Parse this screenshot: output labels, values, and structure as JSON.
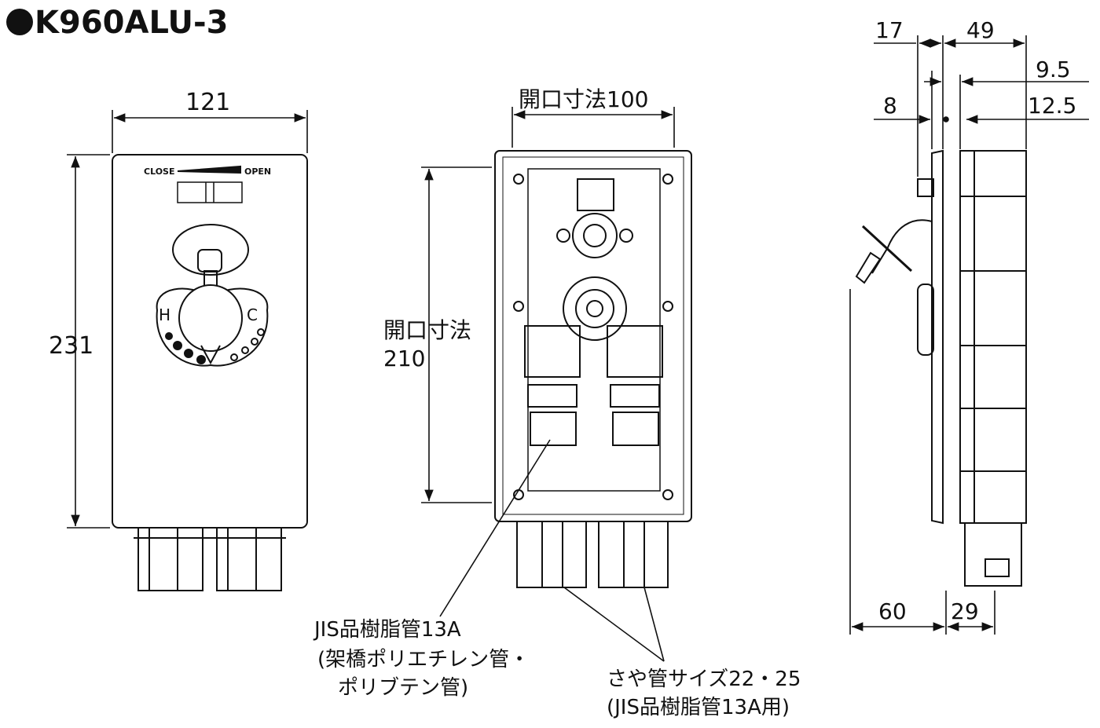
{
  "title": "K960ALU-3",
  "front": {
    "width_label": "121",
    "height_label": "231",
    "close_label": "CLOSE",
    "open_label": "OPEN",
    "hot_label": "H",
    "cold_label": "C"
  },
  "opening": {
    "width_label": "開口寸法100",
    "height_label_line1": "開口寸法",
    "height_label_line2": "210"
  },
  "side": {
    "dim_17": "17",
    "dim_49": "49",
    "dim_9_5": "9.5",
    "dim_8": "8",
    "dim_12_5": "12.5",
    "dim_60": "60",
    "dim_29": "29"
  },
  "notes": {
    "pipe_line1": "JIS品樹脂管13A",
    "pipe_line2": "(架橋ポリエチレン管・",
    "pipe_line3": "ポリブテン管)",
    "sheath_line1": "さや管サイズ22・25",
    "sheath_line2": "(JIS品樹脂管13A用)"
  }
}
